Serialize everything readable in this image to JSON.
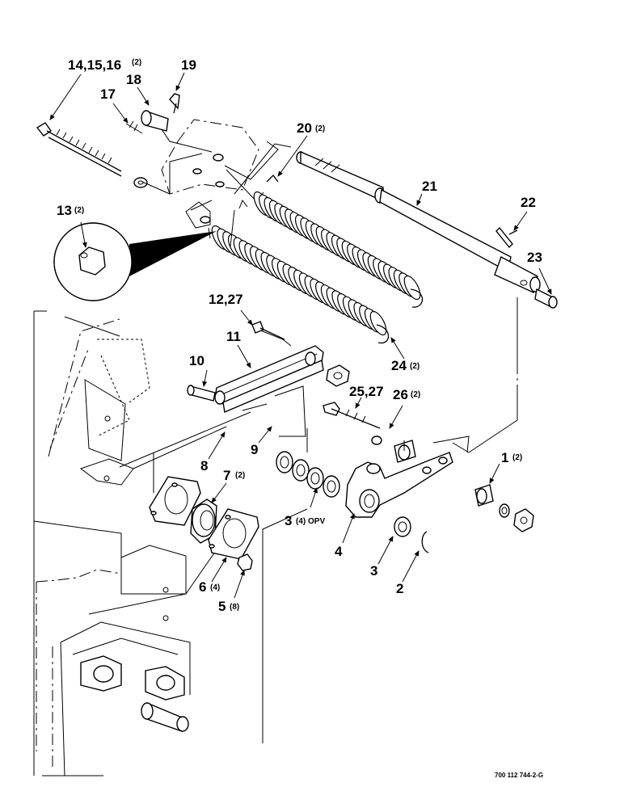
{
  "labels": {
    "l14": "14,15,16",
    "l14q": "(2)",
    "l19": "19",
    "l18": "18",
    "l17": "17",
    "l20": "20",
    "l20q": "(2)",
    "l21": "21",
    "l22": "22",
    "l23": "23",
    "l13": "13",
    "l13q": "(2)",
    "l12": "12,27",
    "l11": "11",
    "l10": "10",
    "l24": "24",
    "l24q": "(2)",
    "l25": "25,27",
    "l26": "26",
    "l26q": "(2)",
    "l9": "9",
    "l8": "8",
    "l7": "7",
    "l7q": "(2)",
    "l1": "1",
    "l1q": "(2)",
    "l3a": "3",
    "l3aq": "(4) OPV",
    "l4": "4",
    "l6": "6",
    "l6q": "(4)",
    "l5": "5",
    "l5q": "(8)",
    "l3b": "3",
    "l2": "2"
  },
  "drawing_code": "700 112 744-2-G"
}
